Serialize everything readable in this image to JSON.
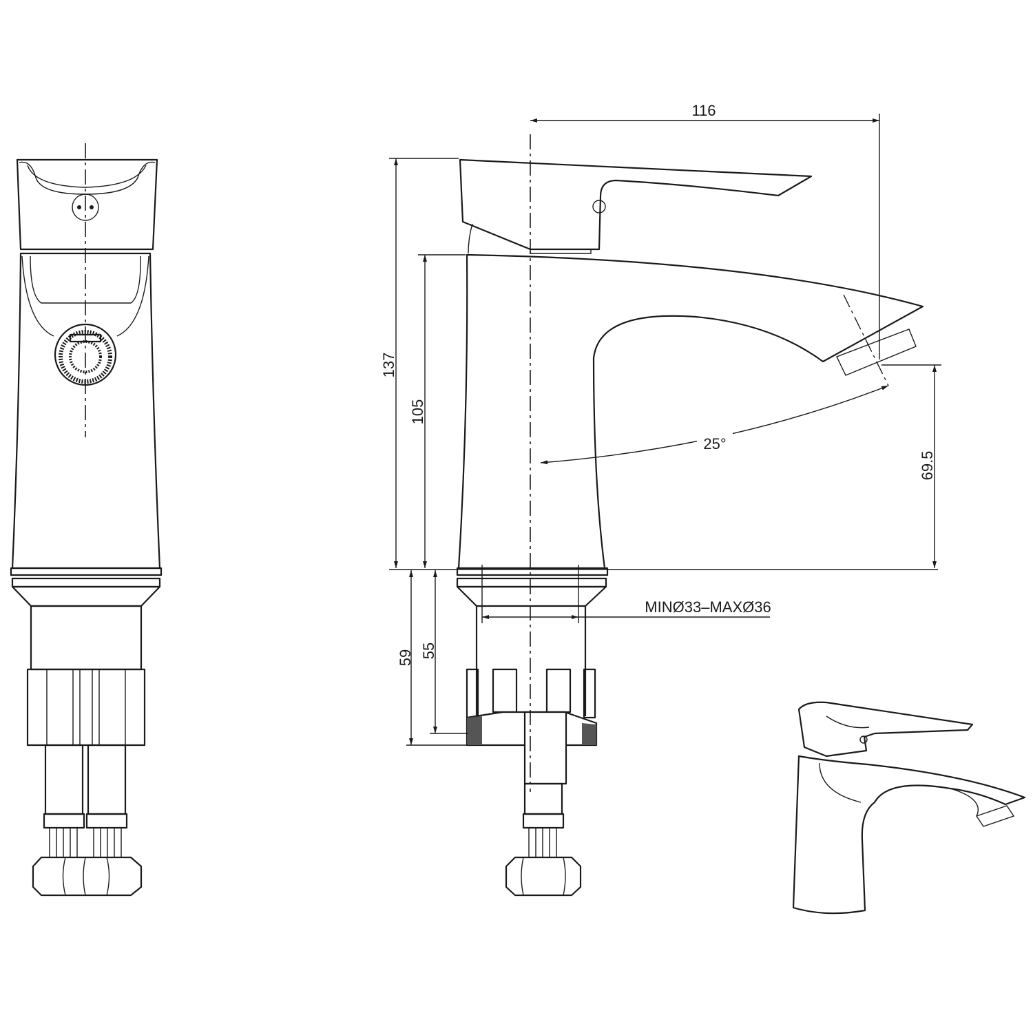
{
  "drawing": {
    "dimensions": {
      "width_top": "116",
      "height_total": "137",
      "height_body": "105",
      "spout_angle": "25°",
      "spout_height": "69.5",
      "hole_diameter": "MINØ33–MAXØ36",
      "shank_length": "59",
      "thread_length": "55"
    },
    "line_color": "#1a1a1a",
    "background": "#ffffff"
  }
}
